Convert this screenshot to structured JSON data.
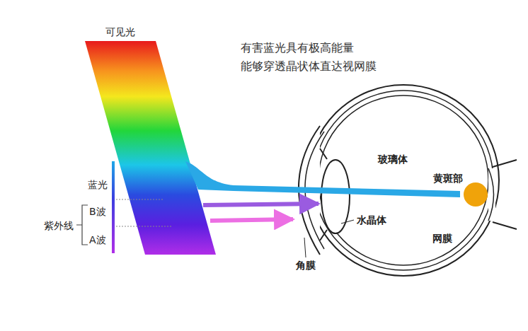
{
  "diagram": {
    "labels": [
      "可见光",
      "有害蓝光具有极高能量 能够穿透晶状体直达视网膜",
      "蓝光",
      "B波",
      "紫外线",
      "A波",
      "玻璃体",
      "黄斑部",
      "水晶体",
      "网膜",
      "角膜"
    ]
  }
}
